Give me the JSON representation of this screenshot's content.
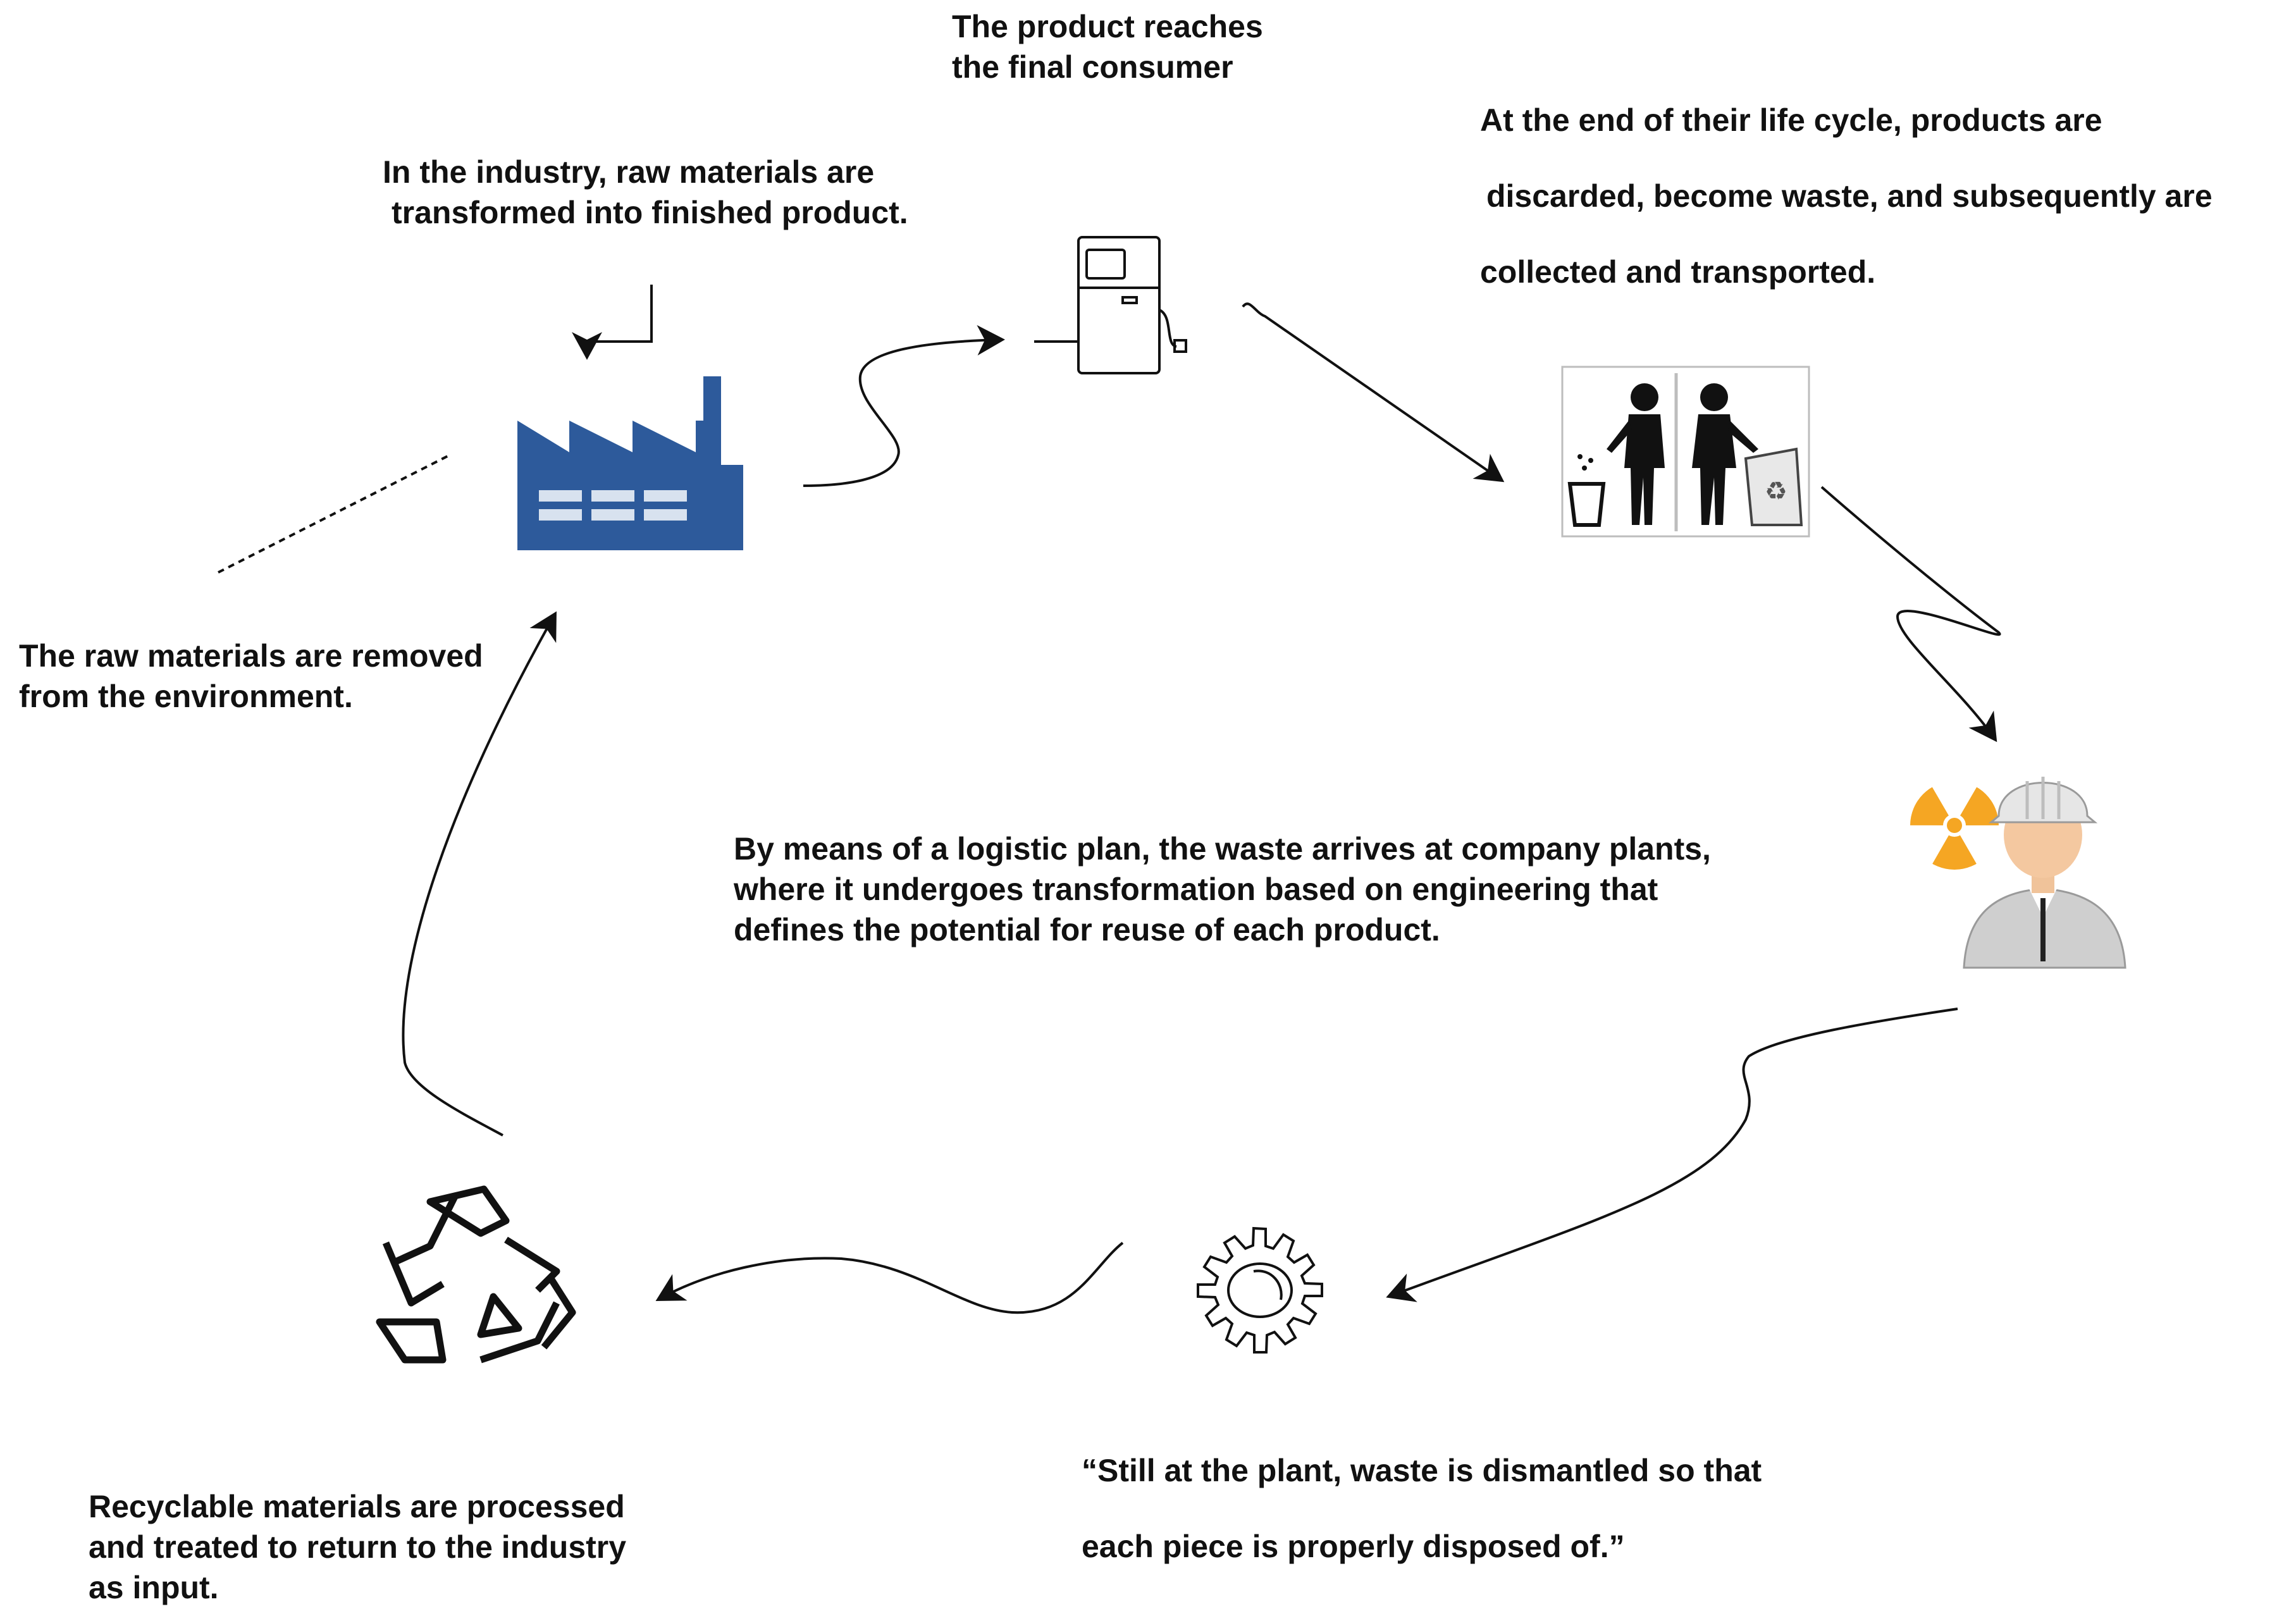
{
  "labels": {
    "raw_materials": [
      "The raw materials are removed",
      "from the environment."
    ],
    "industry": [
      "In the industry, raw materials are",
      "transformed into finished product."
    ],
    "consumer": [
      "The product reaches",
      "the final consumer"
    ],
    "end_of_life": [
      "At the end of their life cycle, products are",
      "discarded, become waste, and subsequently are",
      "collected and transported."
    ],
    "logistic": [
      "By means of a logistic plan, the waste arrives at company plants,",
      "where it undergoes transformation based on engineering that",
      "defines the potential for reuse of each product."
    ],
    "dismantle": [
      "“Still at the plant, waste is dismantled so that",
      "each piece is properly disposed of.”"
    ],
    "recycle": [
      "Recyclable materials are processed",
      "and treated to return to the industry",
      "as input."
    ]
  },
  "icons": {
    "factory": "factory-icon",
    "refrigerator": "refrigerator-icon",
    "trash": "waste-disposal-icon",
    "engineer": "engineer-radiation-icon",
    "gear": "gear-icon",
    "recycle": "recycle-icon"
  },
  "colors": {
    "factory": "#2d5a9b",
    "radiation": "#f5a623",
    "engineer_suit": "#cfcfcf",
    "line": "#111111"
  }
}
